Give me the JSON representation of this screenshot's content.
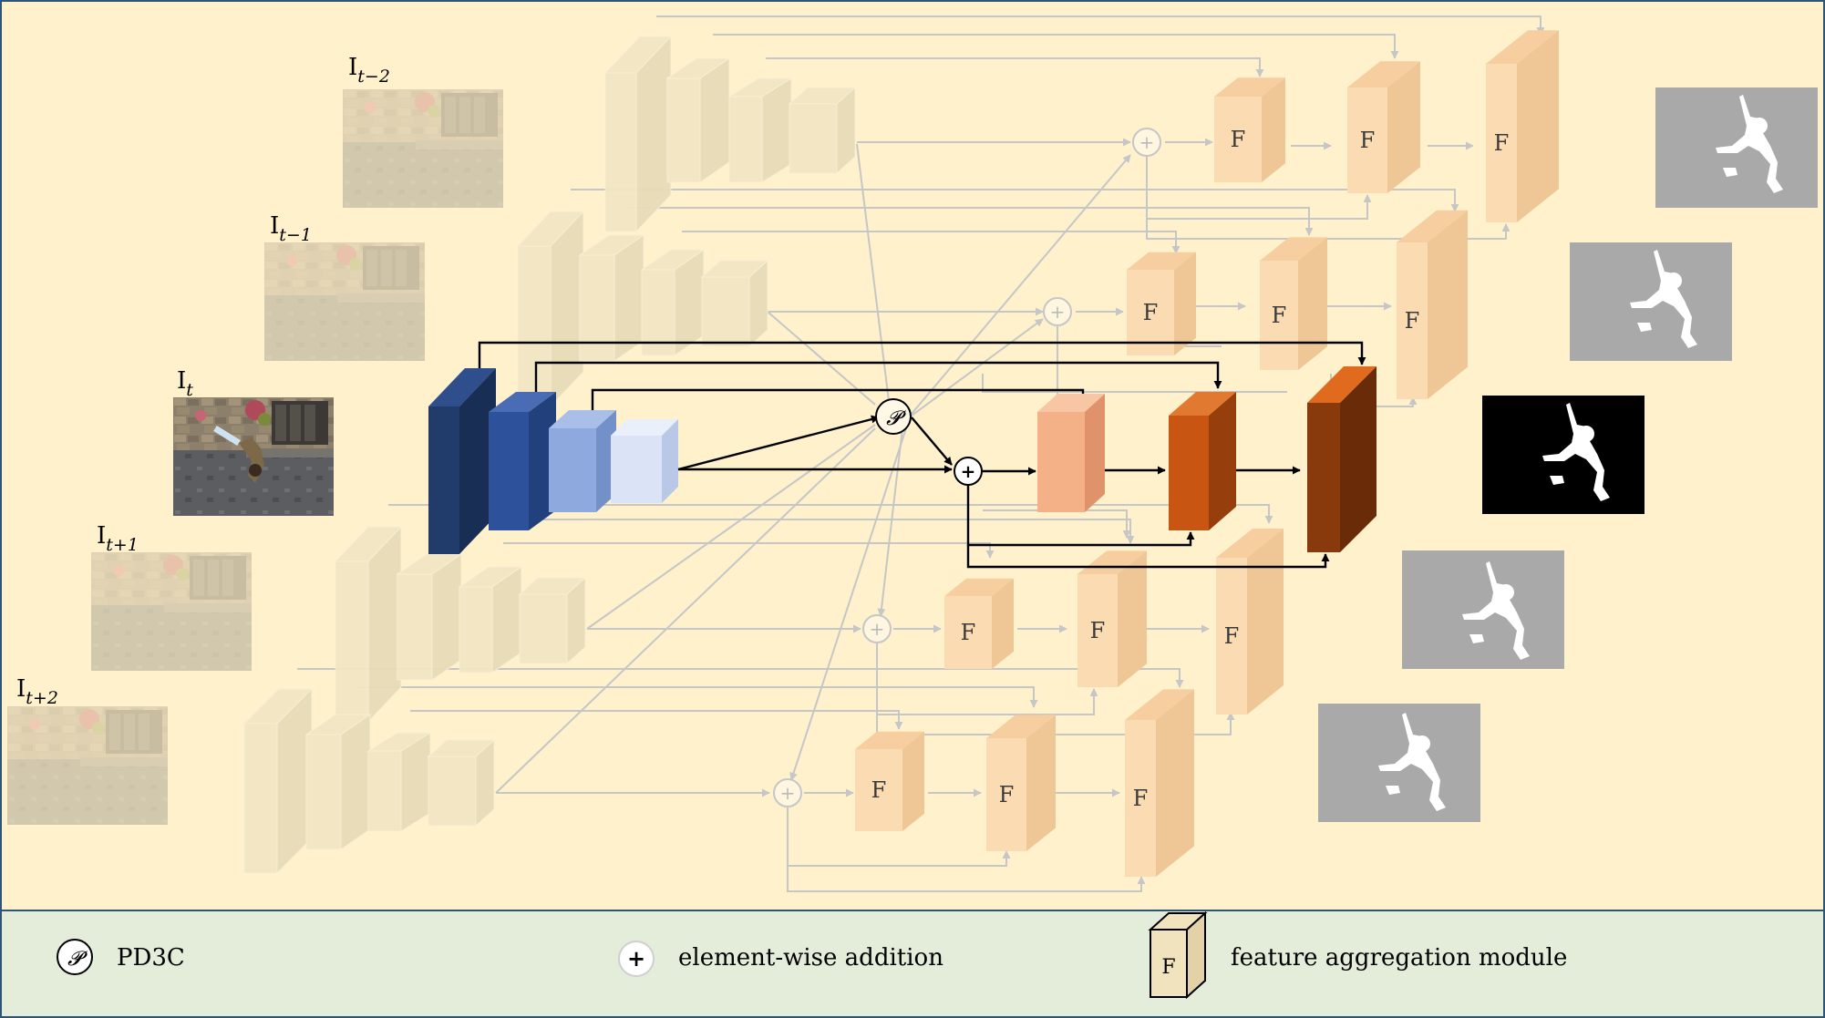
{
  "frames": [
    {
      "base": "I",
      "sub": "t−2"
    },
    {
      "base": "I",
      "sub": "t−1"
    },
    {
      "base": "I",
      "sub": "t"
    },
    {
      "base": "I",
      "sub": "t+1"
    },
    {
      "base": "I",
      "sub": "t+2"
    }
  ],
  "module_label": "F",
  "pd3c_symbol": "𝓟",
  "add_symbol": "+",
  "legend": {
    "pd3c_label": "PD3C",
    "add_label": "element-wise addition",
    "fam_label": "feature aggregation module"
  },
  "colors": {
    "background": "#fff1cc",
    "legend_bg": "#e3edd9",
    "border": "#2f5576",
    "encoder_blues": [
      "#213b6b",
      "#2e519c",
      "#8ea9dd",
      "#dbe4f6"
    ],
    "decoder_oranges": [
      "#f4b087",
      "#c85512",
      "#883a0d"
    ],
    "faded_module": "#fbdcb2",
    "mask_gray": "#a9a9a9"
  }
}
